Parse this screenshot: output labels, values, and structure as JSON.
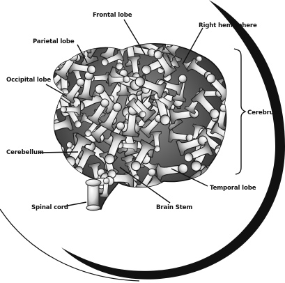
{
  "labels": {
    "frontal_lobe": "Frontal lobe",
    "right_hemisphere": "Right hemisphere",
    "parietal_lobe": "Parietal lobe",
    "occipital_lobe": "Occipital lobe",
    "cerebrum": "Cerebrum",
    "cerebellum": "Cerebellum",
    "temporal_lobe": "Temporal lobe",
    "brain_stem": "Brain Stem",
    "spinal_cord": "Spinal cord"
  }
}
